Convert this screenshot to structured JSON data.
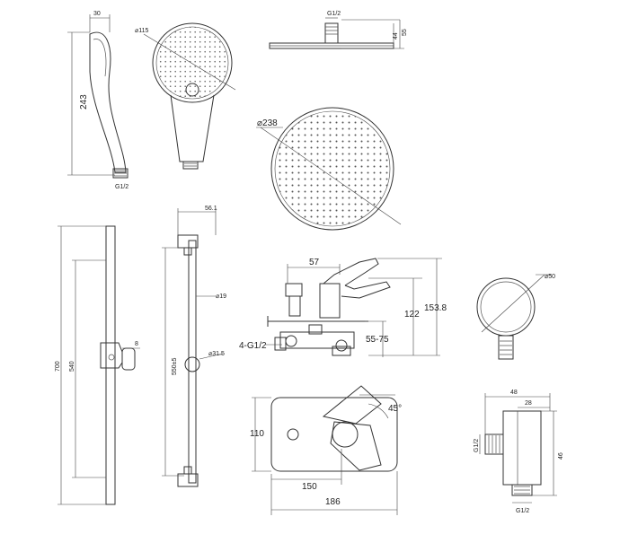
{
  "labels": {
    "hand_width": "30",
    "hand_length": "243",
    "hand_thread": "G1/2",
    "hand_dia": "⌀115",
    "head_thread": "G1/2",
    "head_height": "44",
    "head_height_total": "55",
    "head_dia": "⌀238",
    "rail_offset": "56.1",
    "rail_total": "700",
    "rail_mid": "540",
    "rail_holder": "8",
    "rail_tube": "⌀19",
    "rail_adjust": "550±5",
    "rail_knob": "⌀31.5",
    "mixer_57": "57",
    "mixer_122": "122",
    "mixer_1538": "153.8",
    "mixer_5575": "55-75",
    "mixer_inlets": "4-G1/2",
    "mixer_angle": "45°",
    "mixer_110": "110",
    "mixer_150": "150",
    "mixer_186": "186",
    "elbow_dia": "⌀50",
    "elbow_48": "48",
    "elbow_28": "28",
    "elbow_height": "46",
    "elbow_side_thread": "G1/2",
    "elbow_bottom_thread": "G1/2"
  }
}
